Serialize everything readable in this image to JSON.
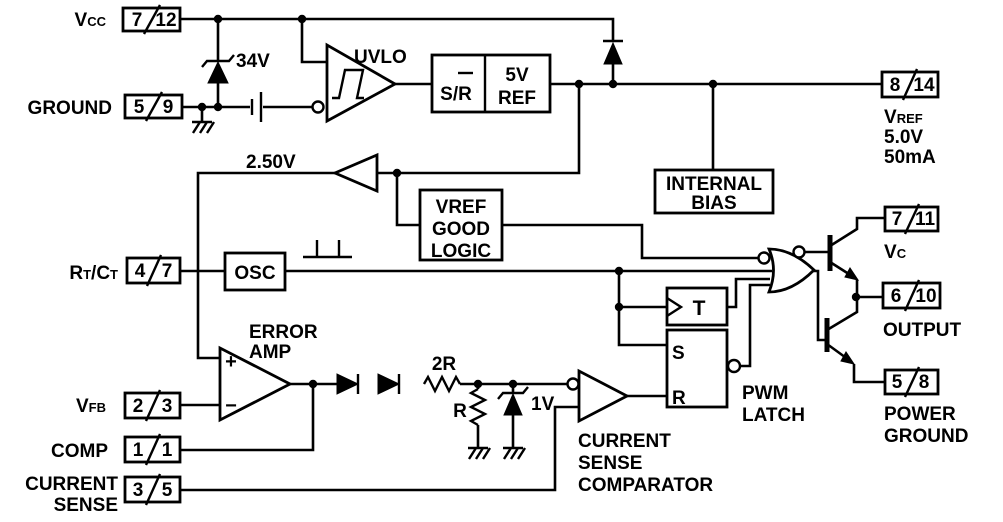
{
  "pins": {
    "vcc": {
      "name_main": "V",
      "name_sub": "CC",
      "num_left": "7",
      "num_right": "12"
    },
    "ground": {
      "name": "GROUND",
      "num_left": "5",
      "num_right": "9"
    },
    "rtct": {
      "p1": "R",
      "p1_sub": "T",
      "p2": "/C",
      "p2_sub": "T",
      "num_left": "4",
      "num_right": "7"
    },
    "vfb": {
      "name_main": "V",
      "name_sub": "FB",
      "num_left": "2",
      "num_right": "3"
    },
    "comp": {
      "name": "COMP",
      "num_left": "1",
      "num_right": "1"
    },
    "current_sense": {
      "name_line1": "CURRENT",
      "name_line2": "SENSE",
      "num_left": "3",
      "num_right": "5"
    },
    "vref_out": {
      "num_left": "8",
      "num_right": "14",
      "name_main": "V",
      "name_sub": "REF",
      "spec1": "5.0V",
      "spec2": "50mA"
    },
    "vc": {
      "num_left": "7",
      "num_right": "11",
      "name_main": "V",
      "name_sub": "C"
    },
    "output": {
      "num_left": "6",
      "num_right": "10",
      "name": "OUTPUT"
    },
    "power_ground": {
      "num_left": "5",
      "num_right": "8",
      "name_line1": "POWER",
      "name_line2": "GROUND"
    }
  },
  "blocks": {
    "uvlo": {
      "label": "UVLO"
    },
    "sr_ref": {
      "sr_prefix": "S/",
      "sr_overlined": "R",
      "ref_line1": "5V",
      "ref_line2": "REF"
    },
    "internal_bias": {
      "line1": "INTERNAL",
      "line2": "BIAS"
    },
    "vref_good": {
      "line1": "VREF",
      "line2": "GOOD",
      "line3": "LOGIC"
    },
    "osc": {
      "label": "OSC"
    },
    "error_amp": {
      "line1": "ERROR",
      "line2": "AMP",
      "plus": "+",
      "minus": "−"
    },
    "cs_comparator": {
      "line1": "CURRENT",
      "line2": "SENSE",
      "line3": "COMPARATOR"
    },
    "pwm_latch": {
      "line1": "PWM",
      "line2": "LATCH",
      "s": "S",
      "r": "R"
    },
    "toggle_ff": {
      "label": "T"
    }
  },
  "values": {
    "vcc_zener": "34V",
    "ref_voltage": "2.50V",
    "r_2r": "2R",
    "r_r": "R",
    "cs_zener": "1V"
  },
  "colors": {
    "line": "#000000",
    "background": "#ffffff"
  }
}
